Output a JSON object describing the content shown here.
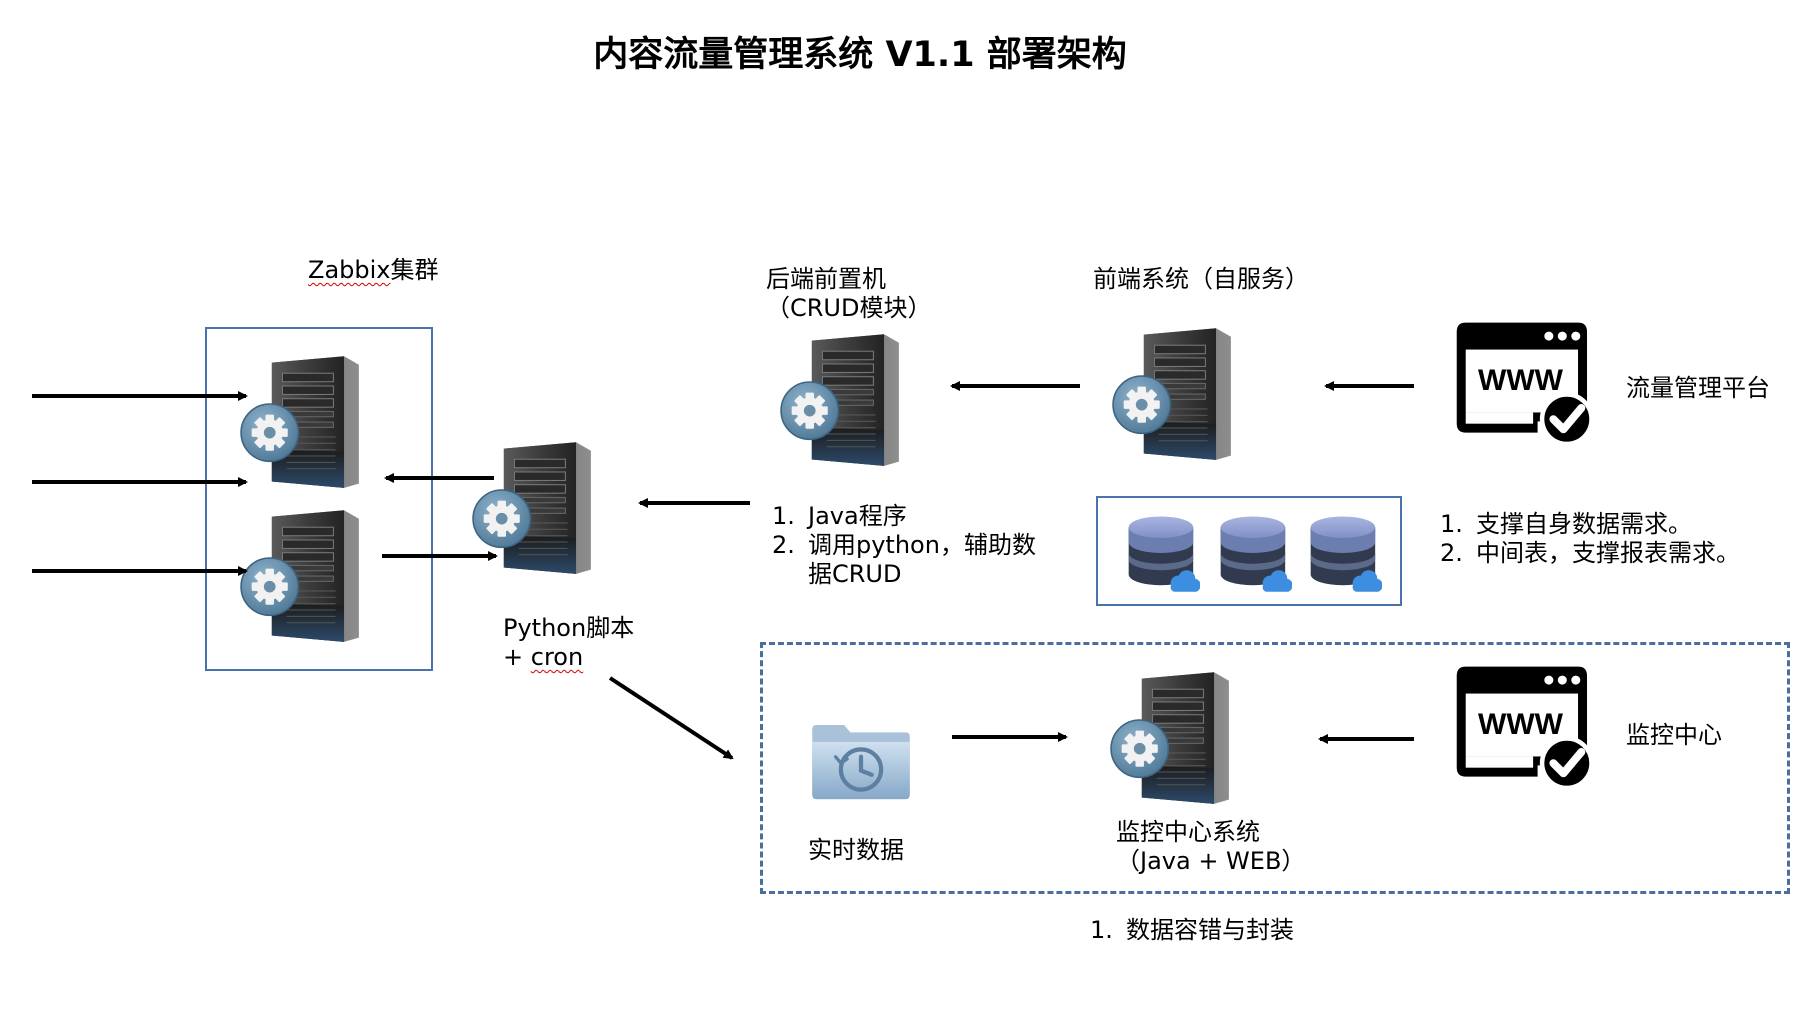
{
  "title": "内容流量管理系统 V1.1 部署架构",
  "zabbix": {
    "label_main": "Zabbix",
    "label_suffix": "集群"
  },
  "python_node": {
    "line1": "Python脚本",
    "line2_prefix": "+ ",
    "line2_word": "cron"
  },
  "backend_node": {
    "line1": "后端前置机",
    "line2": "（CRUD模块）"
  },
  "frontend_node": {
    "label": "前端系统（自服务）"
  },
  "traffic_platform": {
    "label": "流量管理平台",
    "icon_text": "WWW"
  },
  "backend_notes": [
    {
      "num": "1.",
      "text": "Java程序"
    },
    {
      "num": "2.",
      "text": "调用python，辅助数据CRUD"
    }
  ],
  "db_notes": [
    {
      "num": "1.",
      "text": "支撑自身数据需求。"
    },
    {
      "num": "2.",
      "text": "中间表，支撑报表需求。"
    }
  ],
  "realtime": {
    "label": "实时数据"
  },
  "monitor_system": {
    "line1": "监控中心系统",
    "line2": "（Java + WEB）"
  },
  "monitor_center": {
    "label": "监控中心",
    "icon_text": "WWW"
  },
  "monitor_notes": [
    {
      "num": "1.",
      "text": "数据容错与封装"
    }
  ],
  "icons": [
    "server-gear-icon",
    "database-cloud-icon",
    "www-browser-check-icon",
    "history-folder-icon"
  ]
}
